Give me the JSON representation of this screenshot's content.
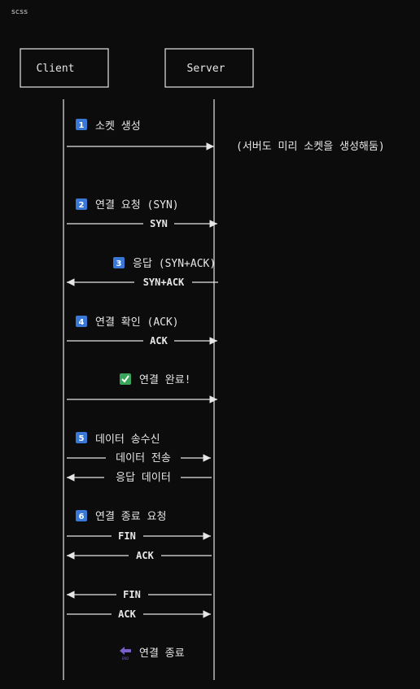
{
  "code_language": "scss",
  "participants": {
    "client": "Client",
    "server": "Server"
  },
  "steps": [
    {
      "badge": "1",
      "label": "소켓 생성"
    },
    {
      "badge": "2",
      "label": "연결 요청 (SYN)"
    },
    {
      "badge": "3",
      "label": "응답 (SYN+ACK)"
    },
    {
      "badge": "4",
      "label": "연결 확인 (ACK)"
    },
    {
      "badge": "5",
      "label": "데이터 송수신"
    },
    {
      "badge": "6",
      "label": "연결 종료 요청"
    }
  ],
  "note_socket": "(서버도 미리 소켓을 생성해둠)",
  "connected": {
    "icon": "check-mark-icon",
    "label": "연결 완료!"
  },
  "closed": {
    "icon": "end-arrow-icon",
    "label": "연결 종료"
  },
  "messages": {
    "syn": "SYN",
    "synack": "SYN+ACK",
    "ack1": "ACK",
    "data_send": "데이터 전송",
    "data_reply": "응답 데이터",
    "fin1": "FIN",
    "ack2": "ACK",
    "fin2": "FIN",
    "ack3": "ACK"
  },
  "colors": {
    "badge": "#3a78d8",
    "check": "#3aa55a",
    "end": "#7a5fc8",
    "background": "#0c0c0c"
  }
}
